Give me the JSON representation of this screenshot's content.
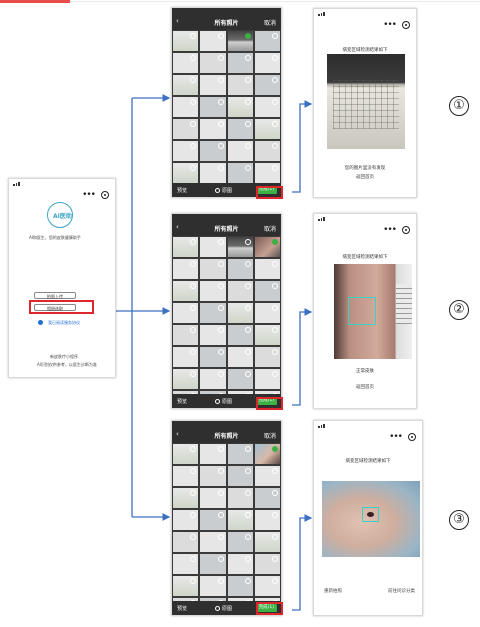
{
  "home": {
    "logo_text": "AI医助",
    "tagline": "AI和医生，您的皮肤健康助手",
    "upload_button": "拍照上传",
    "album_button": "相册选取",
    "agreement": "我已阅读服务协议",
    "footer_line1": "新皮肤疗小程序",
    "footer_line2": "AI识别仅供参考，以医生诊断为准"
  },
  "gallery": {
    "title": "所有照片",
    "back": "‹",
    "cancel": "取消",
    "preview": "预览",
    "original": "原图",
    "done": "完成(1)"
  },
  "results": [
    {
      "heading": "病变区域检测结果如下",
      "line1": "您的图片里没有发现",
      "line2": "返回首页"
    },
    {
      "heading": "病变区域检测结果如下",
      "line1": "正常皮肤",
      "line2": "返回首页"
    },
    {
      "heading": "病变区域检测结果如下",
      "left": "重新拍照",
      "right": "前往问诊分类"
    }
  ],
  "labels": [
    "①",
    "②",
    "③"
  ],
  "colors": {
    "highlight": "#e0262a",
    "arrow": "#3f6fc1",
    "detect_box": "#3bd2c6",
    "done_green": "#3cb043"
  }
}
